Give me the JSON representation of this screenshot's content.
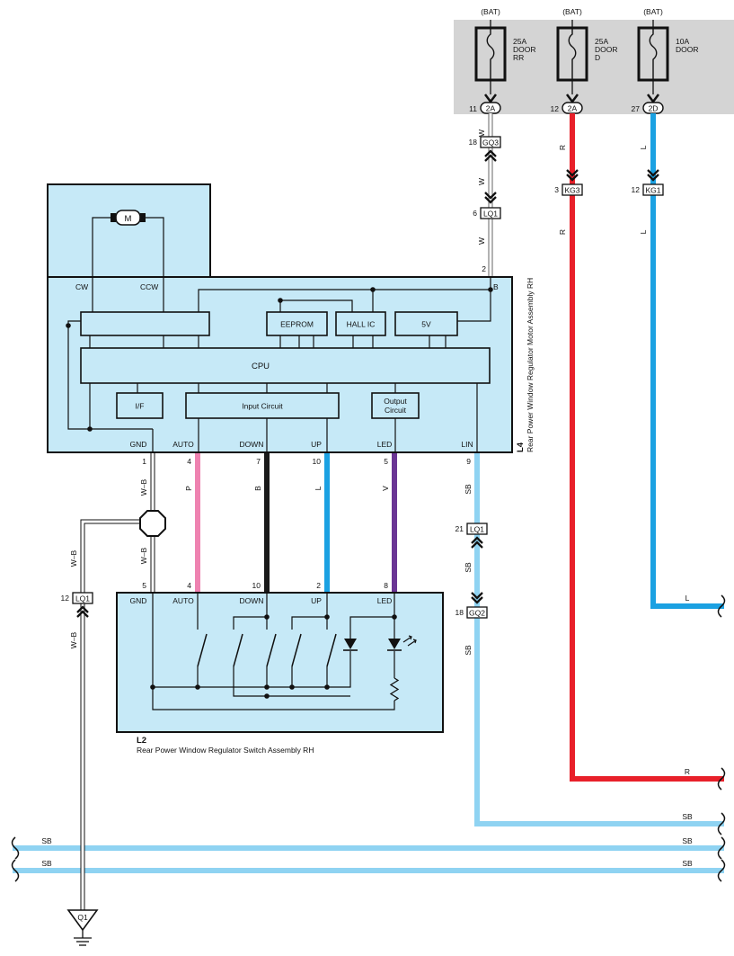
{
  "colors": {
    "panel": "#c6e9f7",
    "fuse_box": "#d4d4d4",
    "W": "#ffffff",
    "R": "#e8202a",
    "L": "#1ba1e2",
    "SB": "#8fd3f2",
    "P": "#ee82b0",
    "B": "#1a1a1a",
    "V": "#6a3594"
  },
  "fuses": [
    {
      "supply": "(BAT)",
      "label_lines": [
        "25A",
        "DOOR",
        "RR"
      ],
      "pin": "11",
      "connector": "2A"
    },
    {
      "supply": "(BAT)",
      "label_lines": [
        "25A",
        "DOOR",
        "D"
      ],
      "pin": "12",
      "connector": "2A"
    },
    {
      "supply": "(BAT)",
      "label_lines": [
        "10A",
        "DOOR"
      ],
      "pin": "27",
      "connector": "2D"
    }
  ],
  "wire_codes": {
    "w": "W",
    "r": "R",
    "l": "L",
    "wb": "W–B",
    "sb": "SB",
    "p": "P",
    "b": "B",
    "v": "V"
  },
  "connectors": {
    "gq3": {
      "pin": "18",
      "name": "GQ3"
    },
    "lq1_top": {
      "pin": "6",
      "name": "LQ1"
    },
    "kg3": {
      "pin": "3",
      "name": "KG3"
    },
    "kg1": {
      "pin": "12",
      "name": "KG1"
    },
    "lq1_sb": {
      "pin": "21",
      "name": "LQ1"
    },
    "gq2": {
      "pin": "18",
      "name": "GQ2"
    },
    "lq1_gnd": {
      "pin": "12",
      "name": "LQ1"
    },
    "ground": "Q1"
  },
  "motor_assembly": {
    "id": "L4",
    "name": "Rear Power Window Regulator Motor Assembly RH",
    "motor_symbol": "M",
    "cw": "CW",
    "ccw": "CCW",
    "b_terminal": "B",
    "b_pin": "2",
    "eeprom": "EEPROM",
    "hall_ic": "HALL IC",
    "v5": "5V",
    "cpu": "CPU",
    "if": "I/F",
    "input_circuit": "Input Circuit",
    "output_circuit_lines": [
      "Output",
      "Circuit"
    ],
    "terminals": [
      {
        "label": "GND",
        "pin": "1"
      },
      {
        "label": "AUTO",
        "pin": "4"
      },
      {
        "label": "DOWN",
        "pin": "7"
      },
      {
        "label": "UP",
        "pin": "10"
      },
      {
        "label": "LED",
        "pin": "5"
      },
      {
        "label": "LIN",
        "pin": "9"
      }
    ]
  },
  "switch_assembly": {
    "id": "L2",
    "name": "Rear Power Window Regulator Switch Assembly RH",
    "terminals": [
      {
        "label": "GND",
        "pin": "5"
      },
      {
        "label": "AUTO",
        "pin": "4"
      },
      {
        "label": "DOWN",
        "pin": "10"
      },
      {
        "label": "UP",
        "pin": "2"
      },
      {
        "label": "LED",
        "pin": "8"
      }
    ]
  },
  "right_edge_labels": {
    "l": "L",
    "r": "R",
    "sb1": "SB",
    "sb2": "SB",
    "sb3": "SB"
  },
  "left_edge_labels": {
    "sb2": "SB",
    "sb3": "SB"
  }
}
